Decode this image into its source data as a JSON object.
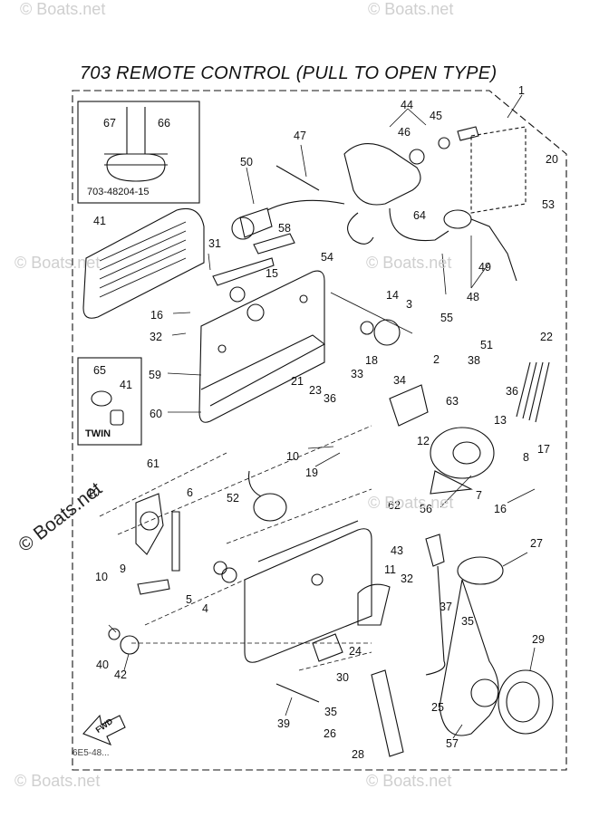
{
  "title": "703 REMOTE CONTROL (PULL TO OPEN TYPE)",
  "inset_code": "703-48204-15",
  "twin_label": "TWIN",
  "watermark": "© Boats.net",
  "watermark_main": "© Boats.net",
  "footer_code": "6E5-48...",
  "fwd_label": "FWD",
  "callouts": {
    "c1": "1",
    "c2": "2",
    "c3": "3",
    "c4": "4",
    "c5": "5",
    "c6": "6",
    "c7": "7",
    "c8": "8",
    "c9": "9",
    "c10a": "10",
    "c10b": "10",
    "c10c": "10",
    "c11": "11",
    "c12": "12",
    "c13": "13",
    "c14": "14",
    "c15": "15",
    "c16a": "16",
    "c16b": "16",
    "c17": "17",
    "c18": "18",
    "c19": "19",
    "c20": "20",
    "c21": "21",
    "c22": "22",
    "c23": "23",
    "c24": "24",
    "c25": "25",
    "c26": "26",
    "c27": "27",
    "c28": "28",
    "c29": "29",
    "c30": "30",
    "c31": "31",
    "c32a": "32",
    "c32b": "32",
    "c33": "33",
    "c34": "34",
    "c35a": "35",
    "c35b": "35",
    "c36a": "36",
    "c36b": "36",
    "c37": "37",
    "c38": "38",
    "c39": "39",
    "c40": "40",
    "c41a": "41",
    "c41b": "41",
    "c42": "42",
    "c43": "43",
    "c44": "44",
    "c45": "45",
    "c46": "46",
    "c47": "47",
    "c48": "48",
    "c49": "49",
    "c50": "50",
    "c51": "51",
    "c52": "52",
    "c53": "53",
    "c54": "54",
    "c55": "55",
    "c56": "56",
    "c57": "57",
    "c58": "58",
    "c59": "59",
    "c60": "60",
    "c61": "61",
    "c62": "62",
    "c63": "63",
    "c64": "64",
    "c65": "65",
    "c66": "66",
    "c67": "67"
  }
}
